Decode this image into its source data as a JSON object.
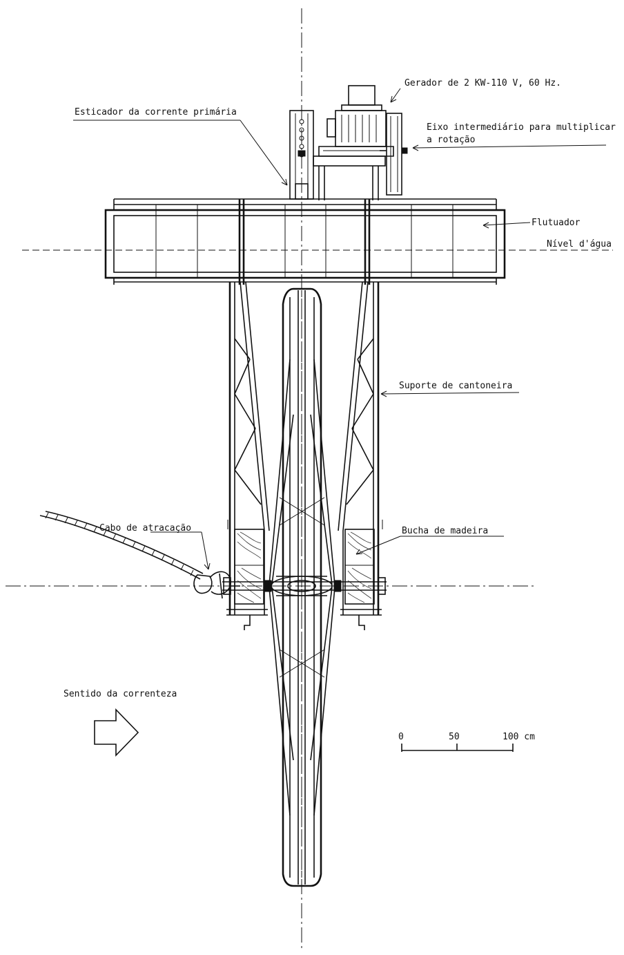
{
  "labels": {
    "generator": "Gerador de 2 KW-110 V, 60 Hz.",
    "tensioner": "Esticador da corrente primária",
    "shaft_line1": "Eixo intermediário para multiplicar",
    "shaft_line2": "a rotação",
    "float": "Flutuador",
    "water_level": "Nível d'água",
    "support": "Suporte de cantoneira",
    "mooring_cable": "Cabo de atracação",
    "wood_bushing": "Bucha de madeira",
    "current_direction": "Sentido da correnteza"
  },
  "scale_bar": {
    "ticks": [
      "0",
      "50",
      "100 cm"
    ]
  },
  "colors": {
    "ink": "#111111",
    "paper": "#ffffff"
  }
}
